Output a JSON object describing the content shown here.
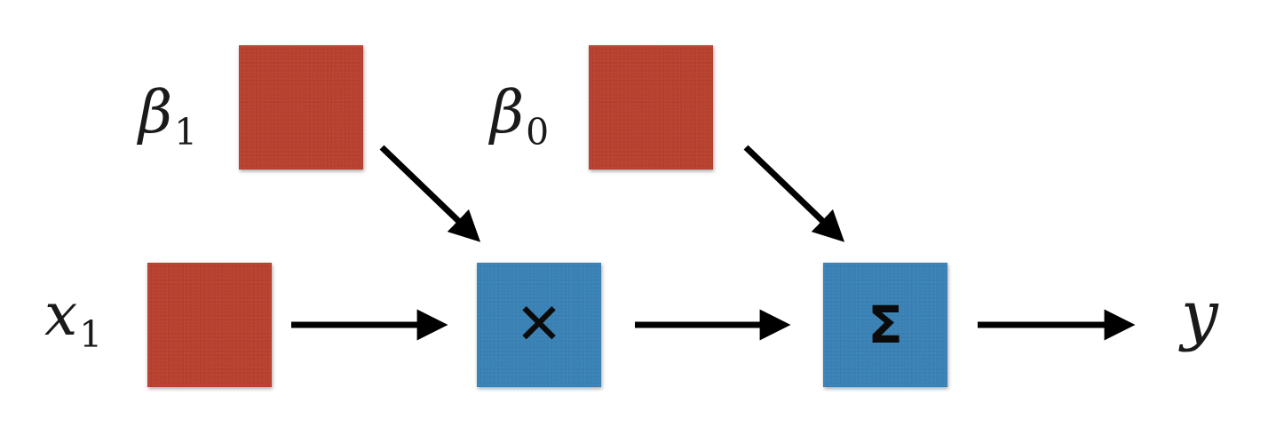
{
  "labels": {
    "beta1": {
      "symbol": "β",
      "sub": "1"
    },
    "beta0": {
      "symbol": "β",
      "sub": "0"
    },
    "x1": {
      "symbol": "x",
      "sub": "1"
    },
    "y": {
      "symbol": "y"
    }
  },
  "operators": {
    "multiply": "✕",
    "sum": "Σ"
  },
  "colors": {
    "parameter_node": "#b8412f",
    "operator_node": "#3a82b5",
    "arrow": "#000000"
  }
}
